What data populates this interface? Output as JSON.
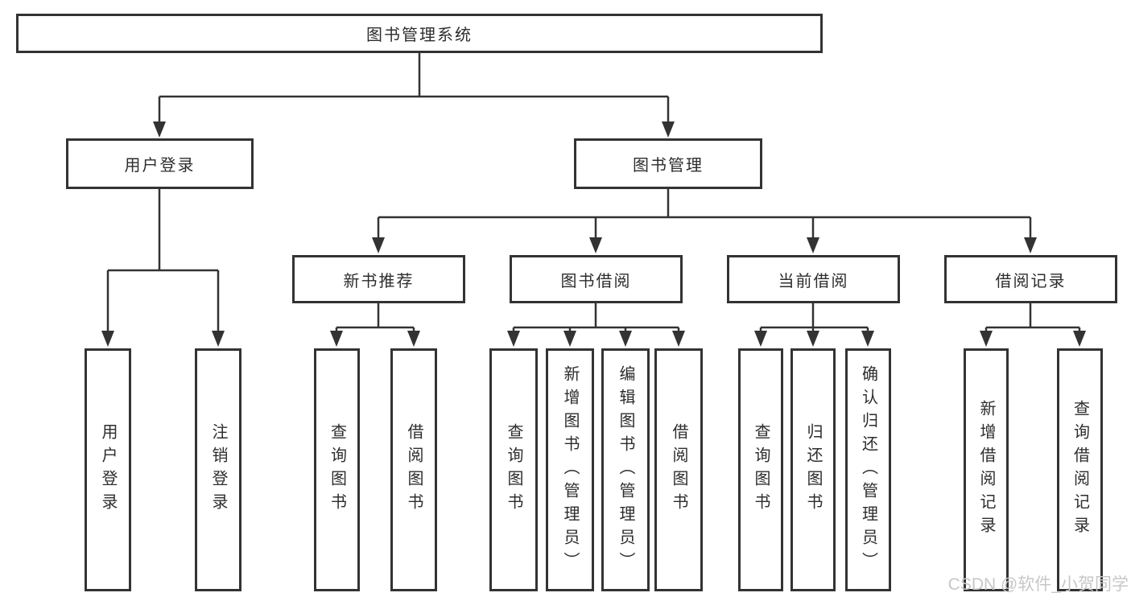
{
  "watermark": "CSDN @软件_小贺同学",
  "colors": {
    "line": "#333333",
    "text": "#2d2d2d",
    "watermark": "#c7c7c7",
    "background": "#ffffff"
  },
  "tree": {
    "label": "图书管理系统",
    "children": [
      {
        "label": "用户登录",
        "children": [
          {
            "label": "用户登录"
          },
          {
            "label": "注销登录"
          }
        ]
      },
      {
        "label": "图书管理",
        "children": [
          {
            "label": "新书推荐",
            "children": [
              {
                "label": "查询图书"
              },
              {
                "label": "借阅图书"
              }
            ]
          },
          {
            "label": "图书借阅",
            "children": [
              {
                "label": "查询图书"
              },
              {
                "label": "新增图书（管理员）"
              },
              {
                "label": "编辑图书（管理员）"
              },
              {
                "label": "借阅图书"
              }
            ]
          },
          {
            "label": "当前借阅",
            "children": [
              {
                "label": "查询图书"
              },
              {
                "label": "归还图书"
              },
              {
                "label": "确认归还（管理员）"
              }
            ]
          },
          {
            "label": "借阅记录",
            "children": [
              {
                "label": "新增借阅记录"
              },
              {
                "label": "查询借阅记录"
              }
            ]
          }
        ]
      }
    ]
  }
}
